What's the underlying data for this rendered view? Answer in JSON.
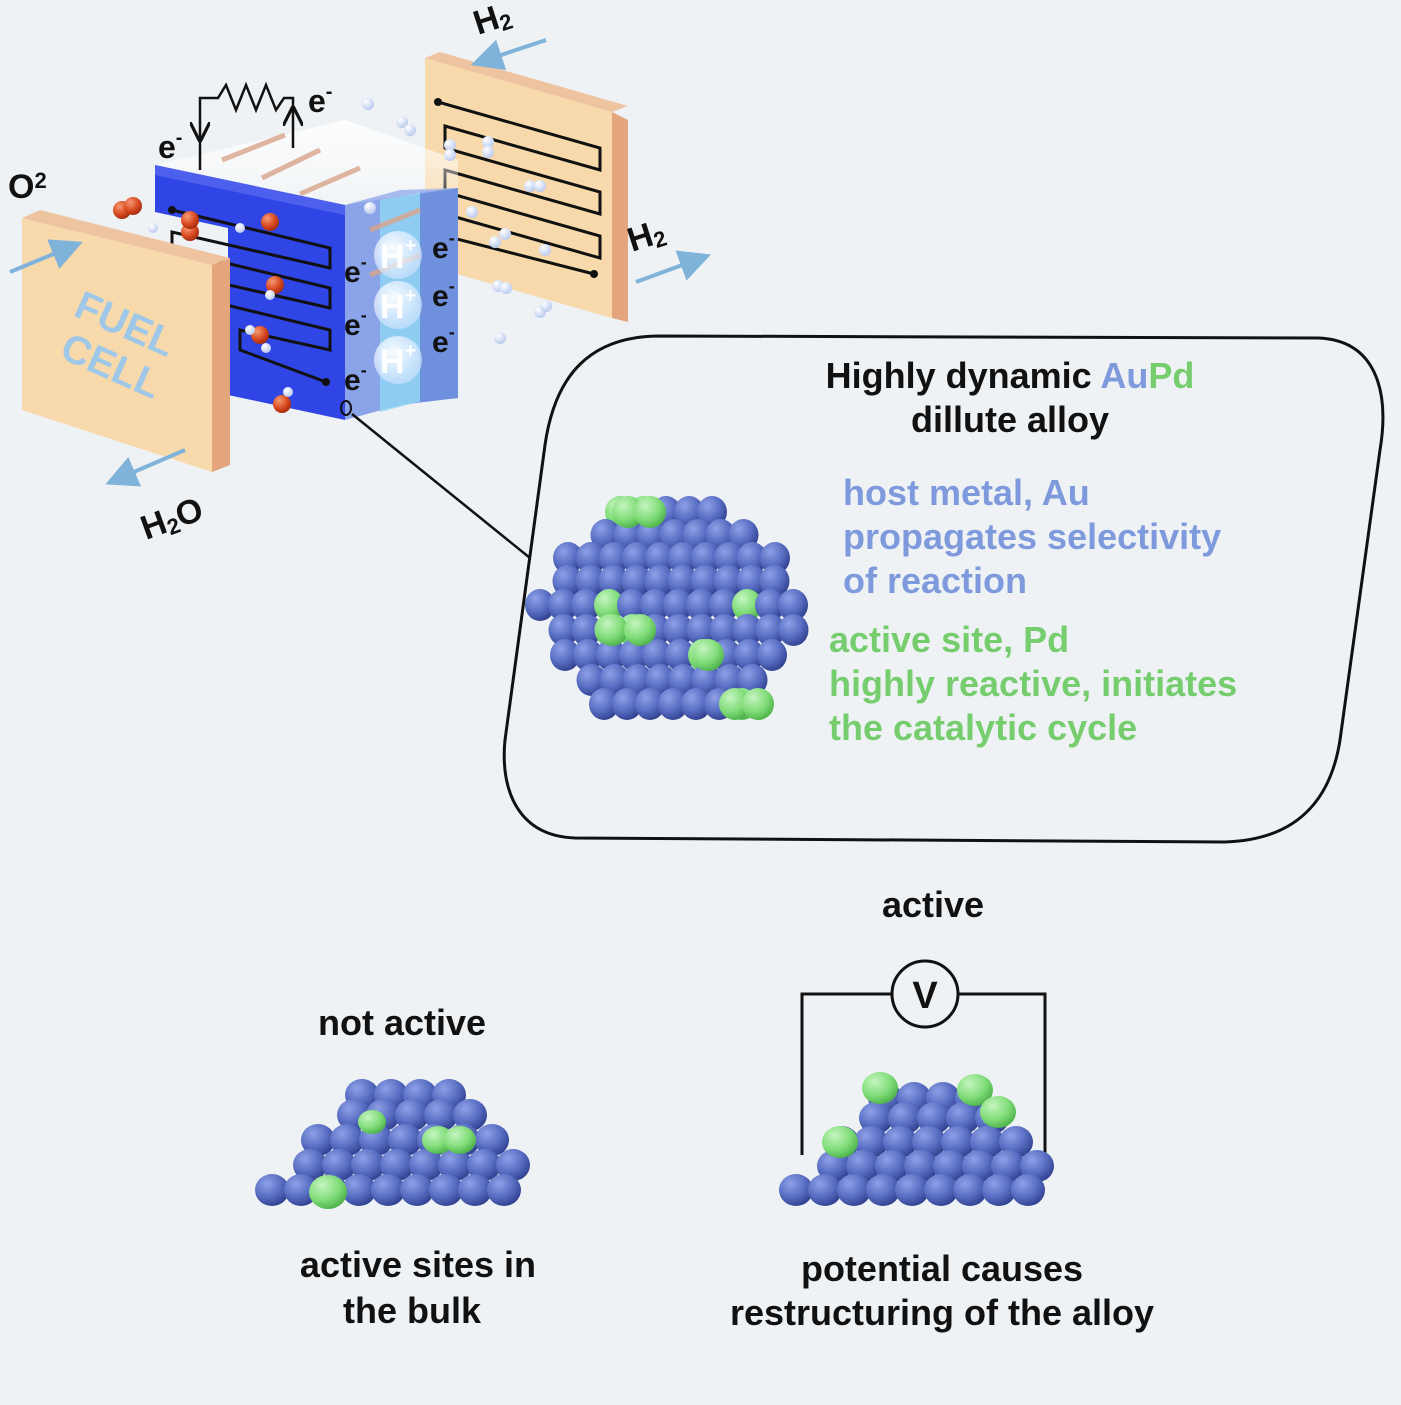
{
  "fuel_cell": {
    "label_line1": "FUEL",
    "label_line2": "CELL",
    "o2": "O",
    "o2_sub": "2",
    "h2_in": "H",
    "h2_in_sub": "2",
    "h2_out": "H",
    "h2_out_sub": "2",
    "h2o_h": "H",
    "h2o_sub": "2",
    "h2o_o": "O",
    "electron": "e",
    "electron_sup": "-",
    "proton": "H",
    "proton_sup": "+"
  },
  "callout": {
    "title_part1": "Highly dynamic ",
    "title_au": "Au",
    "title_pd": "Pd",
    "title_line2": "dillute alloy",
    "host_line1": "host metal, Au",
    "host_line2": "propagates selectivity",
    "host_line3": "of reaction",
    "active_line1": "active site, Pd",
    "active_line2": "highly reactive, initiates",
    "active_line3": "the catalytic cycle"
  },
  "bottom": {
    "not_active_label": "not active",
    "not_active_caption_line1": "active sites in",
    "not_active_caption_line2": "the bulk",
    "active_label": "active",
    "voltmeter_symbol": "V",
    "active_caption_line1": "potential causes",
    "active_caption_line2": "restructuring of the alloy"
  },
  "colors": {
    "background": "#eef2f5",
    "gold_atom": "#5a6fc4",
    "pd_atom": "#7fdc7a",
    "oxygen_atom": "#d8481f",
    "hydrogen_atom": "#d9e3f7",
    "plate": "#f8d9ab",
    "plate_edge": "#e4a57c",
    "electrode": "#3045e6",
    "arrow": "#7fb3d9",
    "text_blue": "#7e9adc",
    "text_green": "#76cd6e"
  }
}
